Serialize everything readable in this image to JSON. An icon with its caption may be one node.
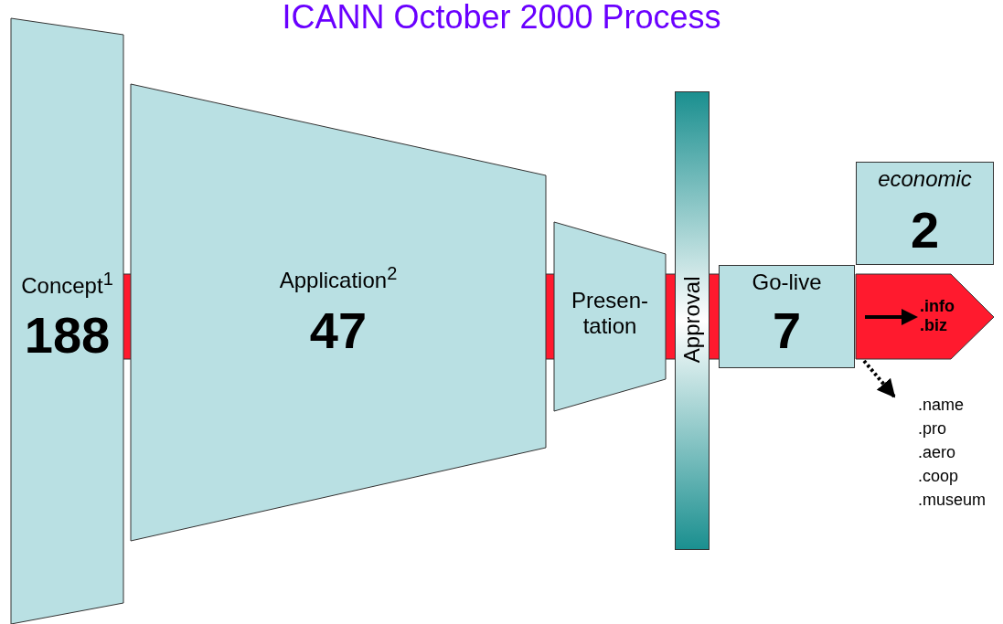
{
  "diagram": {
    "title": "ICANN October 2000 Process",
    "nodes": [
      {
        "text": [
          "Concept$^{1}$",
          "188"
        ]
      },
      {
        "text": [
          "Application$^{2}$",
          "47"
        ]
      },
      {
        "text": [
          "Presen- tation"
        ]
      },
      {
        "text": [
          "Approval"
        ]
      },
      {
        "text": [
          "Go-live",
          "7"
        ]
      },
      {
        "text": [
          "economic",
          "2"
        ]
      },
      {
        "text": [
          ".info .biz"
        ]
      },
      {
        "text": [
          ".name .pro .aero .coop .museum"
        ]
      }
    ],
    "edges": [
      {
        "from": 6,
        "to": 7,
        "arrow": "to",
        "style": "dashed"
      }
    ]
  }
}
